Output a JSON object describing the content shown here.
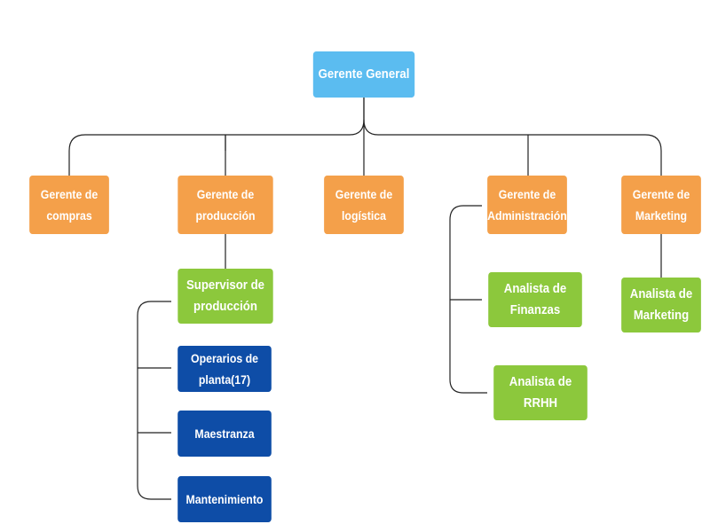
{
  "nodes": {
    "gerente_general": "Gerente General",
    "gerente_compras": "Gerente de\ncompras",
    "gerente_produccion": "Gerente de\nproducción",
    "gerente_logistica": "Gerente de\nlogística",
    "gerente_administracion": "Gerente de\nAdministración",
    "gerente_marketing": "Gerente de\nMarketing",
    "supervisor_produccion": "Supervisor de\nproducción",
    "operarios_planta": "Operarios de\nplanta(17)",
    "maestranza": "Maestranza",
    "mantenimiento": "Mantenimiento",
    "analista_finanzas": "Analista de\nFinanzas",
    "analista_rrhh": "Analista de\nRRHH",
    "analista_marketing": "Analista de\nMarketing"
  },
  "colors": {
    "top": "#5bbcf0",
    "managers": "#f4a04a",
    "analysts": "#8cc83c",
    "workers": "#0e4da7",
    "lines": "#222222"
  }
}
